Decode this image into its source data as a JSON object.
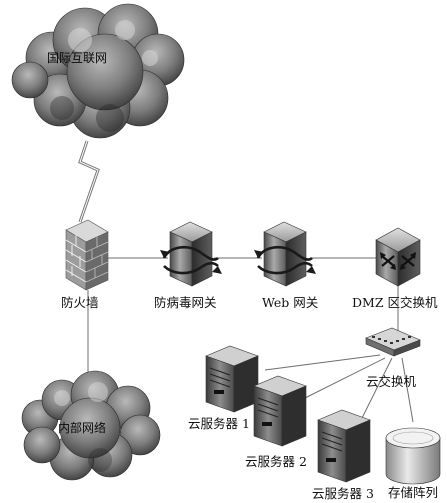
{
  "nodes": {
    "internet": "国际互联网",
    "intranet": "内部网络",
    "firewall": "防火墙",
    "antivirus": "防病毒网关",
    "web_gateway": "Web 网关",
    "dmz_switch": "DMZ 区交换机",
    "cloud_switch": "云交换机",
    "server1": "云服务器 1",
    "server2": "云服务器 2",
    "server3": "云服务器 3",
    "storage": "存储阵列"
  }
}
